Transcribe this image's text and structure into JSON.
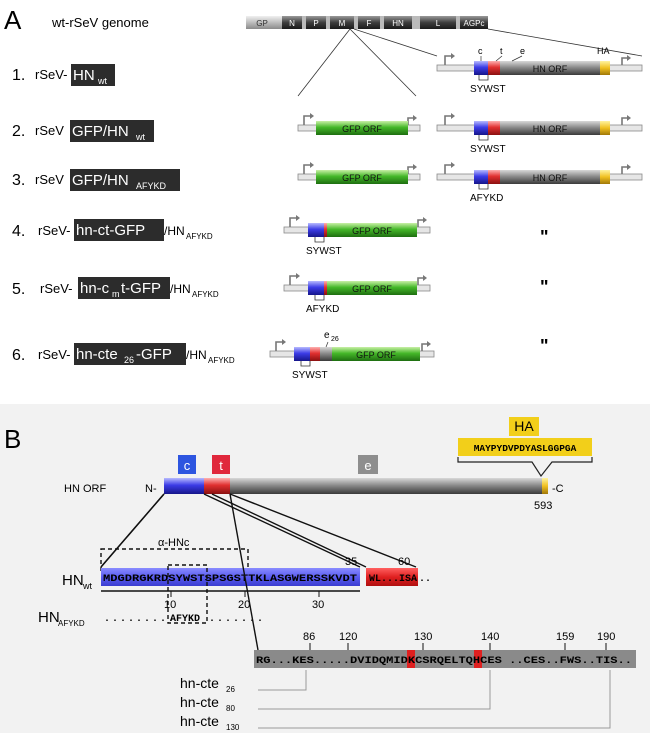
{
  "panelA": {
    "letter": "A",
    "genome_label": "wt-rSeV genome",
    "genome_segments": [
      "GP",
      "N",
      "P",
      "M",
      "F",
      "HN",
      "L",
      "AGPc"
    ],
    "constructs": [
      {
        "num": "1.",
        "prefix": "rSeV-",
        "box": "HN",
        "box_sub": "wt",
        "suffix": "",
        "suffix_sub": ""
      },
      {
        "num": "2.",
        "prefix": "rSeV ",
        "box": "GFP/HN",
        "box_sub": "wt",
        "suffix": "",
        "suffix_sub": ""
      },
      {
        "num": "3.",
        "prefix": "rSeV ",
        "box": "GFP/HN",
        "box_sub": "AFYKD",
        "suffix": "",
        "suffix_sub": ""
      },
      {
        "num": "4.",
        "prefix": "rSeV-",
        "box": "hn-ct-GFP",
        "box_sub": "",
        "suffix": "/HN",
        "suffix_sub": "AFYKD"
      },
      {
        "num": "5.",
        "prefix": "rSeV-",
        "box": "hn-c",
        "box_sub": "m",
        "box_post": "t-GFP",
        "suffix": "/HN",
        "suffix_sub": "AFYKD"
      },
      {
        "num": "6.",
        "prefix": "rSeV-",
        "box": "hn-cte",
        "box_sub": "26",
        "box_post": "-GFP",
        "suffix": "/HN",
        "suffix_sub": "AFYKD"
      }
    ],
    "region_letters": {
      "c": "c",
      "t": "t",
      "e": "e"
    },
    "ha_label": "HA",
    "hn_orf_label": "HN ORF",
    "gfp_orf_label": "GFP ORF",
    "motif_wt": "SYWST",
    "motif_mut": "AFYKD",
    "e26_label": "e",
    "e26_sub": "26",
    "ditto": "\""
  },
  "panelB": {
    "letter": "B",
    "ha_box": "HA",
    "ha_sequence": "MAYPYDVPDYASLGGPGA",
    "domain_c": "c",
    "domain_t": "t",
    "domain_e": "e",
    "hn_orf": "HN ORF",
    "n_term": "N-",
    "c_term": "-C",
    "end_pos": "593",
    "antibody_label": "α-HNc",
    "hn_wt": "HN",
    "hn_wt_sub": "wt",
    "seq_c": "MDGDRGKRDSYWSTSPSGSTTKLASGWERSSKVDT",
    "seq_t": "WL...ISA",
    "seq_t_tail": "..",
    "pos_35": "35",
    "pos_60": "60",
    "ticks_bottom": [
      "10",
      "20",
      "30"
    ],
    "hn_mut": "HN",
    "hn_mut_sub": "AFYKD",
    "mut_dots_left": ".........",
    "mut_motif": "AFYKD",
    "mut_dots_right": ".......",
    "e_positions": [
      "86",
      "120",
      "130",
      "140",
      "159",
      "190"
    ],
    "e_seq": "RG...KES.....DVIDQMIDKCSRQELTQHCES ..CES..FWS..TIS..",
    "cte_labels": [
      {
        "base": "hn-cte",
        "sub": "26"
      },
      {
        "base": "hn-cte",
        "sub": "80"
      },
      {
        "base": "hn-cte",
        "sub": "130"
      }
    ]
  }
}
